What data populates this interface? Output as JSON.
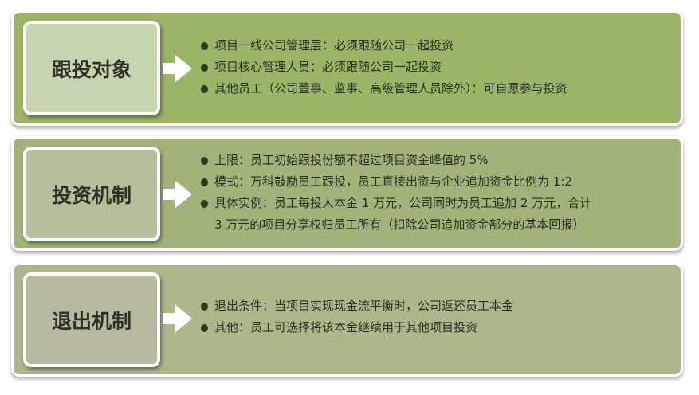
{
  "sections": [
    {
      "title": "跟投对象",
      "items": [
        "项目一线公司管理层：必须跟随公司一起投资",
        "项目核心管理人员：必须跟随公司一起投资",
        "其他员工（公司董事、监事、高级管理人员除外）：可自愿参与投资"
      ],
      "panel_color": "#9cb467",
      "box_color": "#c7d4b0"
    },
    {
      "title": "投资机制",
      "items": [
        "上限：员工初始跟投份额不超过项目资金峰值的 5%",
        "模式：万科鼓励员工跟投，员工直接出资与企业追加资金比例为 1:2",
        "具体实例：员工每投人本金 1 万元，公司同时为员工追加 2 万元，合计"
      ],
      "continuation": "3 万元的项目分享权归员工所有（扣除公司追加资金部分的基本回报）",
      "panel_color": "#a1b27a",
      "box_color": "#b6bf9c"
    },
    {
      "title": "退出机制",
      "items": [
        "退出条件：当项目实现现金流平衡时，公司返还员工本金",
        "其他：员工可选择将该本金继续用于其他项目投资"
      ],
      "panel_color": "#acb78c",
      "box_color": "#b7b9a0"
    }
  ]
}
